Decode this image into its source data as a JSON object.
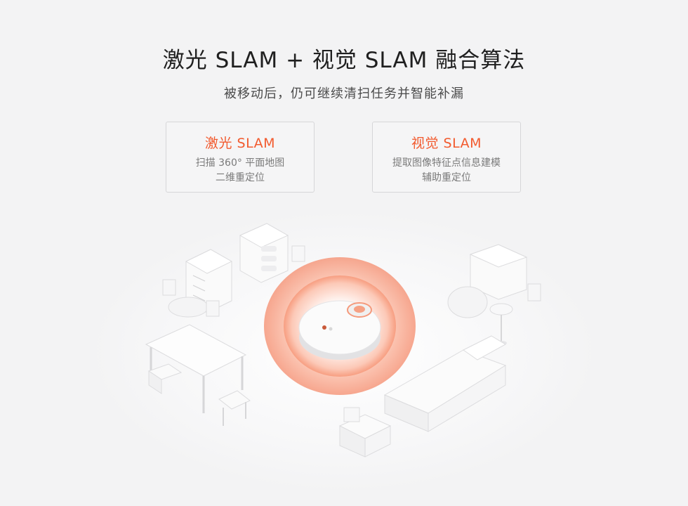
{
  "headline": "激光 SLAM + 视觉 SLAM 融合算法",
  "subheadline": "被移动后，仍可继续清扫任务并智能补漏",
  "cards": [
    {
      "title": "激光 SLAM",
      "lines": [
        "扫描 360° 平面地图",
        "二维重定位"
      ]
    },
    {
      "title": "视觉 SLAM",
      "lines": [
        "提取图像特征点信息建模",
        "辅助重定位"
      ]
    }
  ],
  "colors": {
    "accent": "#f25a2e",
    "background": "#f3f3f4"
  },
  "illustration": {
    "icons": [
      "robot-vacuum-icon",
      "dresser-icon",
      "cabinet-icon",
      "table-icon",
      "chair-icon",
      "sofa-icon",
      "armchair-icon",
      "floor-lamp-icon",
      "sideboard-icon",
      "laser-ring-icon"
    ]
  }
}
